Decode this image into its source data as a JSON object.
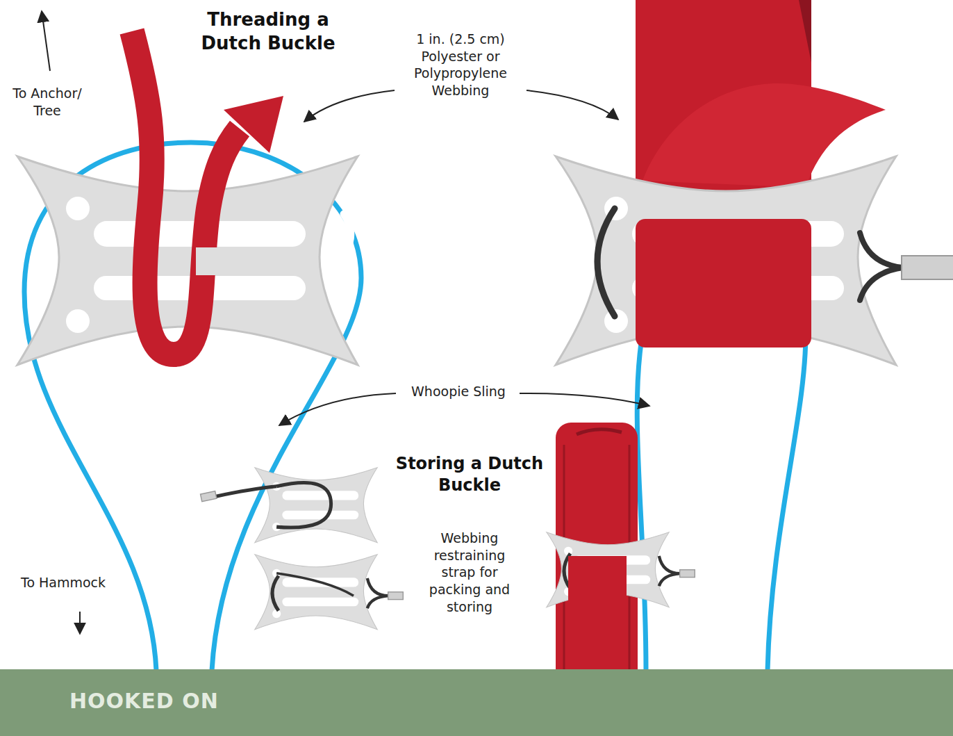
{
  "diagram": {
    "nodes": [
      {
        "text": [
          "HOOKED ON"
        ]
      }
    ],
    "labels": [
      "Threading a Dutch Buckle",
      "To Anchor/ Tree",
      "1 in. (2.5 cm) Polyester or Polypropylene Webbing",
      "Whoopie Sling",
      "Storing a Dutch Buckle",
      "Webbing restraining strap for packing and storing",
      "To Hammock"
    ]
  }
}
